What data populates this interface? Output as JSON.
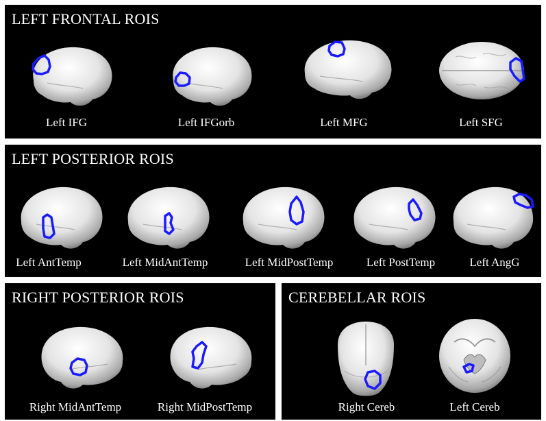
{
  "colors": {
    "panel_bg": "#000000",
    "text": "#ffffff",
    "roi_outline": "#1a1aff",
    "brain_fill": "#d9d9d9"
  },
  "panels": [
    {
      "title": "LEFT FRONTAL ROIS",
      "items": [
        {
          "label": "Left IFG",
          "view": "lateral-left",
          "brain_icon": "brain-lateral-icon"
        },
        {
          "label": "Left IFGorb",
          "view": "lateral-left",
          "brain_icon": "brain-lateral-icon"
        },
        {
          "label": "Left MFG",
          "view": "lateral-left",
          "brain_icon": "brain-lateral-icon"
        },
        {
          "label": "Left SFG",
          "view": "superior",
          "brain_icon": "brain-superior-icon"
        }
      ]
    },
    {
      "title": "LEFT POSTERIOR ROIS",
      "items": [
        {
          "label": "Left AntTemp",
          "view": "lateral-left",
          "brain_icon": "brain-lateral-icon"
        },
        {
          "label": "Left MidAntTemp",
          "view": "lateral-left",
          "brain_icon": "brain-lateral-icon"
        },
        {
          "label": "Left MidPostTemp",
          "view": "lateral-left",
          "brain_icon": "brain-lateral-icon"
        },
        {
          "label": "Left PostTemp",
          "view": "lateral-left",
          "brain_icon": "brain-lateral-icon"
        },
        {
          "label": "Left AngG",
          "view": "lateral-left",
          "brain_icon": "brain-lateral-icon"
        }
      ]
    },
    {
      "title": "RIGHT POSTERIOR ROIS",
      "items": [
        {
          "label": "Right MidAntTemp",
          "view": "lateral-right",
          "brain_icon": "brain-lateral-icon"
        },
        {
          "label": "Right MidPostTemp",
          "view": "lateral-right",
          "brain_icon": "brain-lateral-icon"
        }
      ]
    },
    {
      "title": "CEREBELLAR ROIS",
      "items": [
        {
          "label": "Right Cereb",
          "view": "posterior",
          "brain_icon": "brain-posterior-icon"
        },
        {
          "label": "Left Cereb",
          "view": "inferior",
          "brain_icon": "brain-inferior-icon"
        }
      ]
    }
  ]
}
